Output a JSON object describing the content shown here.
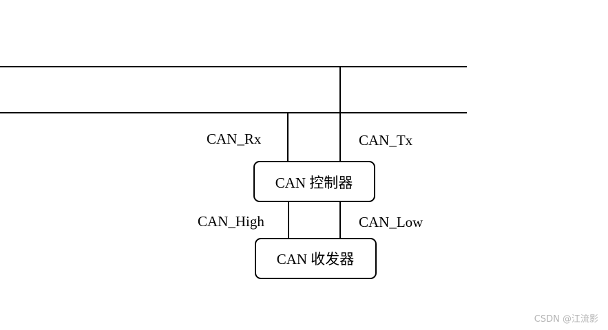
{
  "diagram": {
    "controller_label": "CAN 控制器",
    "transceiver_label": "CAN 收发器",
    "rx_label": "CAN_Rx",
    "tx_label": "CAN_Tx",
    "high_label": "CAN_High",
    "low_label": "CAN_Low"
  },
  "watermark": "CSDN @江流影",
  "colors": {
    "line": "#000000",
    "background": "#ffffff",
    "watermark": "#b4b4b4"
  }
}
